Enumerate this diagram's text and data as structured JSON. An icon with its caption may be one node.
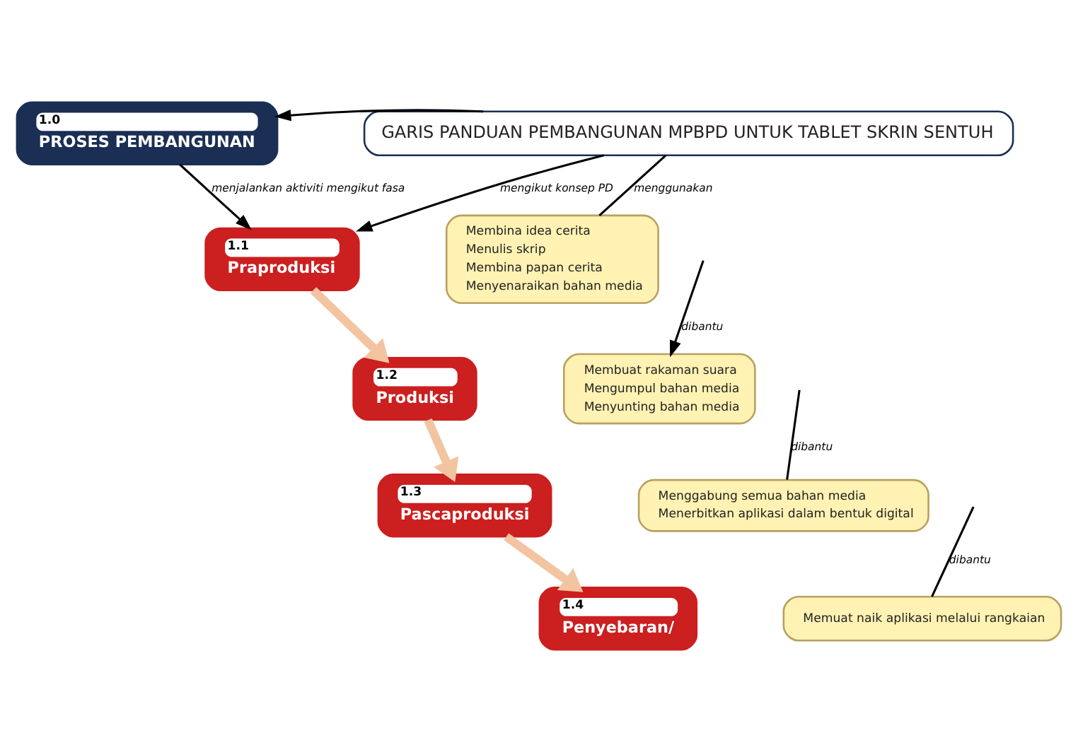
{
  "diagram": {
    "nodes": [
      {
        "text": [
          "1.0",
          "PROSES PEMBANGUNAN"
        ]
      },
      {
        "text": [
          "GARIS PANDUAN PEMBANGUNAN MPBPD UNTUK TABLET SKRIN SENTUH"
        ]
      },
      {
        "text": [
          "1.1",
          "Praproduksi"
        ]
      },
      {
        "text": [
          "Membina idea cerita",
          "Menulis skrip",
          "Membina papan cerita",
          "Menyenaraikan bahan media"
        ]
      },
      {
        "text": [
          "1.2",
          "Produksi"
        ]
      },
      {
        "text": [
          "Membuat rakaman suara",
          "Mengumpul bahan media",
          "Menyunting bahan media"
        ]
      },
      {
        "text": [
          "1.3",
          "Pascaproduksi"
        ]
      },
      {
        "text": [
          "Menggabung semua bahan media",
          "Menerbitkan aplikasi dalam bentuk digital"
        ]
      },
      {
        "text": [
          "1.4",
          "Penyebaran/"
        ]
      },
      {
        "text": [
          "Memuat naik aplikasi melalui rangkaian"
        ]
      }
    ],
    "edges": [
      {
        "from": 1,
        "to": 0,
        "arrow": "to"
      },
      {
        "from": 0,
        "to": 2,
        "arrow": "to",
        "label": "menjalankan aktiviti mengikut fasa"
      },
      {
        "from": 1,
        "to": 2,
        "arrow": "to",
        "label": "mengikut konsep PD"
      },
      {
        "from": 3,
        "to": 1,
        "arrow": "none",
        "label": "menggunakan"
      },
      {
        "from": null,
        "to": 5,
        "arrow": "to",
        "label": "dibantu"
      },
      {
        "from": null,
        "to": 7,
        "arrow": "none",
        "label": "dibantu"
      },
      {
        "from": null,
        "to": 9,
        "arrow": "none",
        "label": "dibantu"
      },
      {
        "from": 2,
        "to": 4,
        "arrow": "to",
        "style": "thick",
        "color": "#f2c4a0"
      },
      {
        "from": 4,
        "to": 6,
        "arrow": "to",
        "style": "thick",
        "color": "#f2c4a0"
      },
      {
        "from": 6,
        "to": 8,
        "arrow": "to",
        "style": "thick",
        "color": "#f2c4a0"
      }
    ]
  }
}
